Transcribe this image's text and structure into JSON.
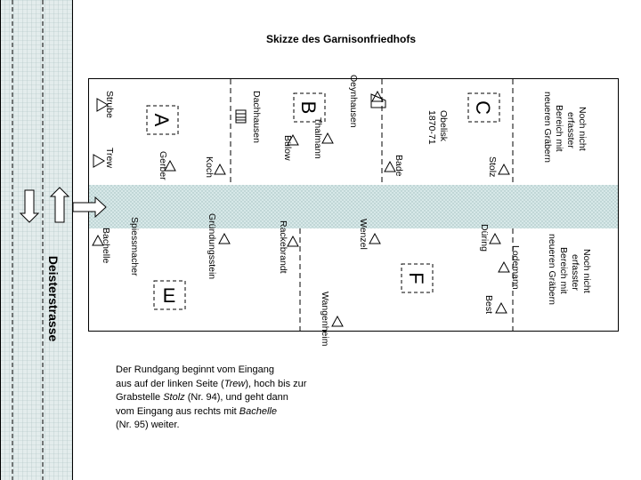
{
  "title": "Skizze des Garnisonfriedhofs",
  "street": "Deisterstrasse",
  "areas": [
    "A",
    "B",
    "C",
    "E",
    "F"
  ],
  "graves": {
    "strube": "Strube",
    "trew": "Trew",
    "gerber": "Gerber",
    "koch": "Koch",
    "dachhausen": "Dachhausen",
    "buelow": "Bülow",
    "thalmann": "Thalmann",
    "oeynhausen": "Oeynhausen",
    "bade": "Bade",
    "stolz": "Stolz",
    "bachelle": "Bachelle",
    "spiessmacher": "Spiessmacher",
    "gruendungsstein": "Gründungsstein",
    "rackebrandt": "Rackebrandt",
    "wenzel": "Wenzel",
    "wangenheim": "Wangenheim",
    "duering": "Düring",
    "lodemann": "Lodemann",
    "best": "Best"
  },
  "obelisk": [
    "Obelisk",
    "1870-71"
  ],
  "unrecorded_top": [
    "Noch nicht",
    "erfasster",
    "Bereich mit",
    "neueren Gräbern"
  ],
  "unrecorded_bottom": [
    "Noch nicht",
    "erfasster",
    "Bereich mit",
    "neueren Gräbern"
  ],
  "note": {
    "line1": "Der Rundgang beginnt vom Eingang",
    "line2a": "aus auf der linken Seite (",
    "line2_em": "Trew",
    "line2b": "),  hoch bis zur",
    "line3a": "Grabstelle ",
    "line3_em": "Stolz",
    "line3b": " (Nr. 94), und geht dann",
    "line4a": "vom Eingang aus rechts mit ",
    "line4_em": "Bachelle",
    "line5": "(Nr. 95) weiter."
  },
  "colors": {
    "street_fill": "#dde8e8",
    "path_fill": "#d6e6e6",
    "line": "#000000",
    "background": "#ffffff"
  }
}
